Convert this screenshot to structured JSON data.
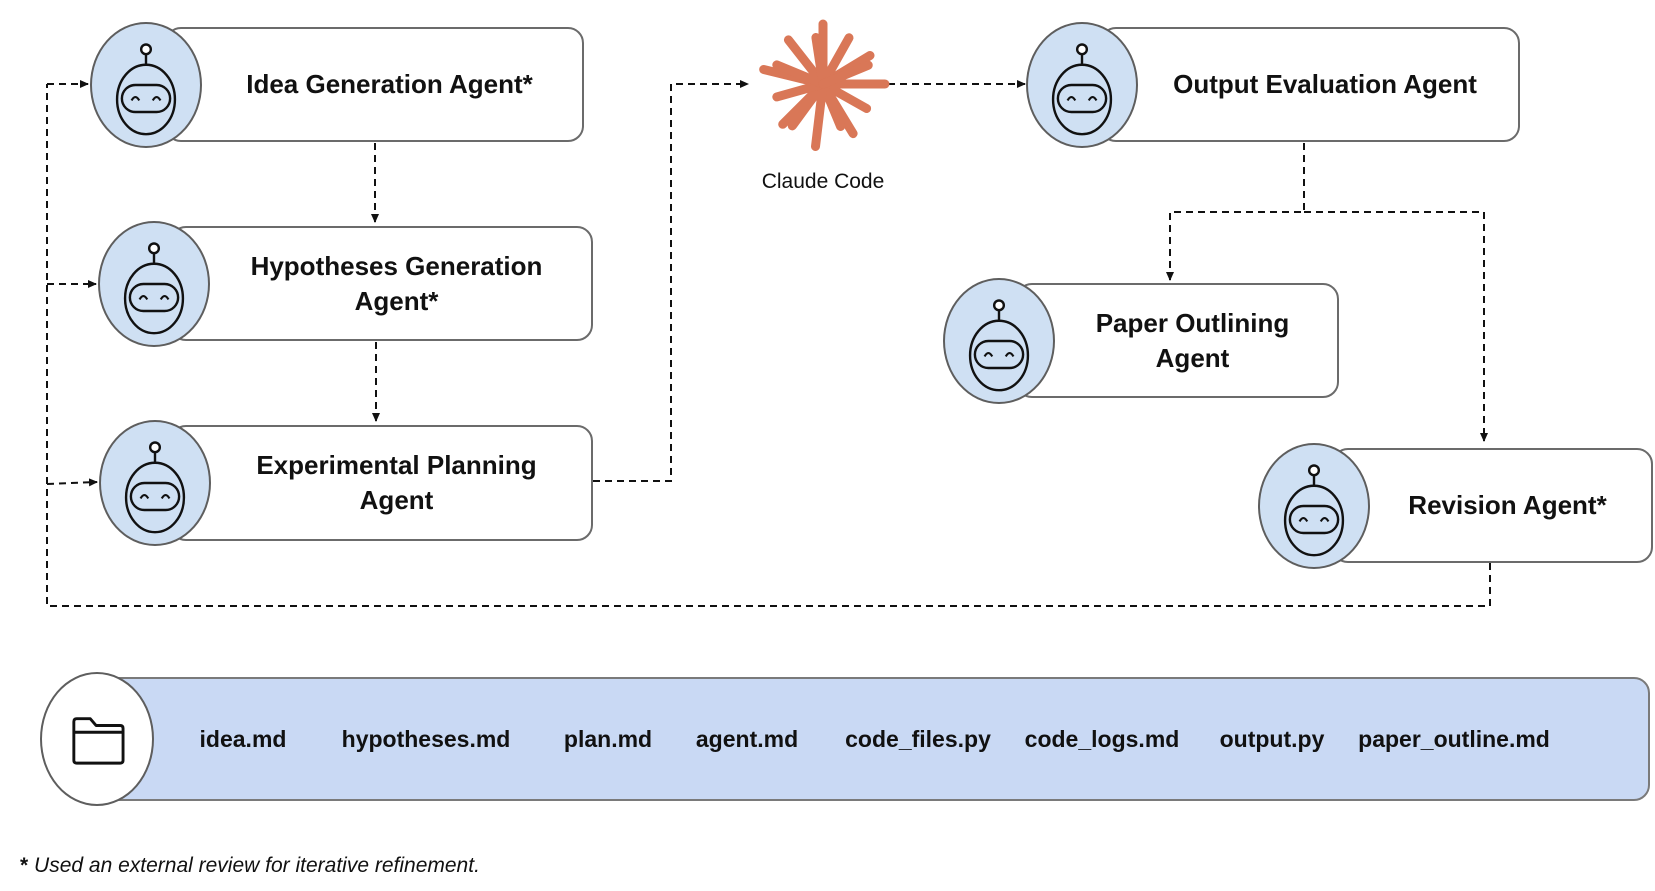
{
  "agents": {
    "idea_generation": "Idea Generation Agent*",
    "hypotheses_generation": "Hypotheses Generation\nAgent*",
    "experimental_planning": "Experimental Planning\nAgent",
    "output_evaluation": "Output Evaluation Agent",
    "paper_outlining": "Paper Outlining\nAgent",
    "revision": "Revision Agent*"
  },
  "claude_code": {
    "label": "Claude Code",
    "color": "#d97757"
  },
  "files": [
    "idea.md",
    "hypotheses.md",
    "plan.md",
    "agent.md",
    "code_files.py",
    "code_logs.md",
    "output.py",
    "paper_outline.md"
  ],
  "footnote": {
    "marker": "*",
    "text": "Used an external review for iterative refinement."
  },
  "icons": {
    "agent": "robot-icon",
    "storage": "folder-icon",
    "tool": "claude-starburst-icon"
  },
  "colors": {
    "avatar_fill": "#cfe0f3",
    "files_bar_fill": "#c9d9f4",
    "arrow": "#111111"
  }
}
